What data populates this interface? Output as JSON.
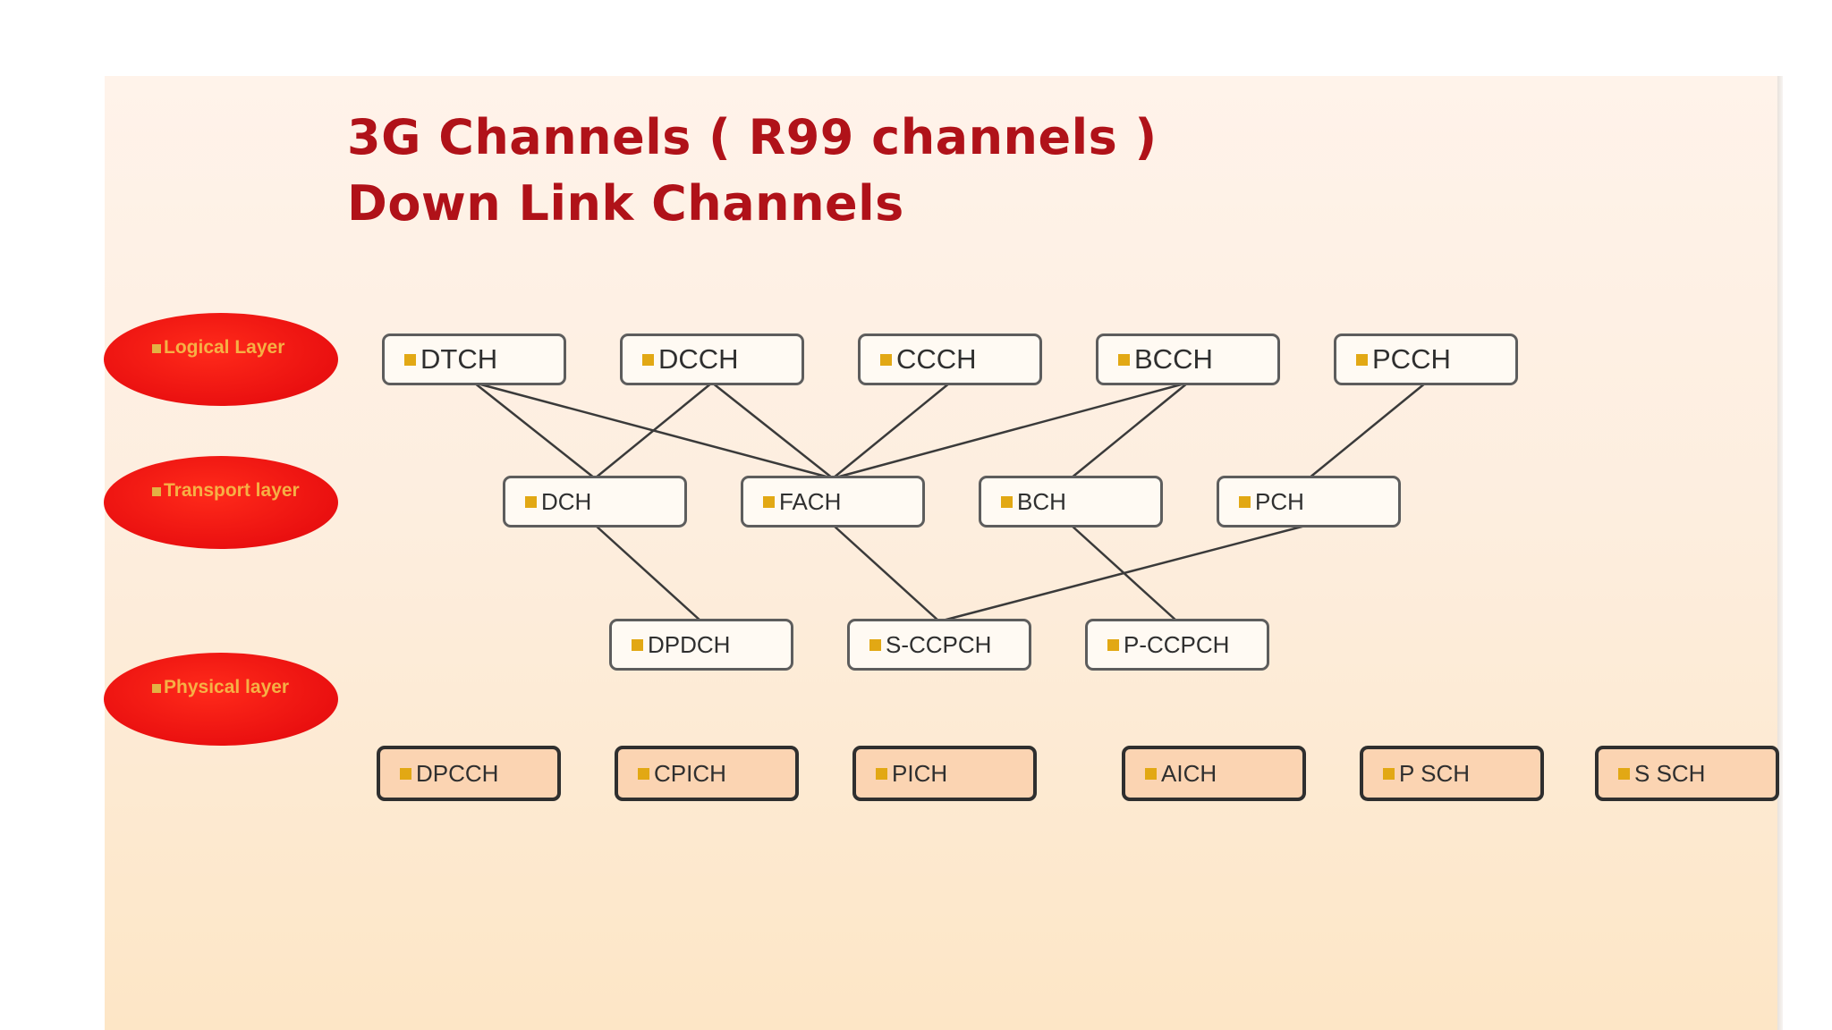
{
  "title": {
    "line1": "3G Channels ( R99 channels )",
    "line2": "Down Link Channels"
  },
  "layers": [
    {
      "label": "Logical Layer"
    },
    {
      "label": "Transport layer"
    },
    {
      "label": "Physical layer"
    }
  ],
  "logical_channels": [
    {
      "label": "DTCH"
    },
    {
      "label": "DCCH"
    },
    {
      "label": "CCCH"
    },
    {
      "label": "BCCH"
    },
    {
      "label": "PCCH"
    }
  ],
  "transport_channels": [
    {
      "label": "DCH"
    },
    {
      "label": "FACH"
    },
    {
      "label": "BCH"
    },
    {
      "label": "PCH"
    }
  ],
  "physical_mapped_channels": [
    {
      "label": "DPDCH"
    },
    {
      "label": "S-CCPCH"
    },
    {
      "label": "P-CCPCH"
    }
  ],
  "physical_only_channels": [
    {
      "label": "DPCCH"
    },
    {
      "label": "CPICH"
    },
    {
      "label": "PICH"
    },
    {
      "label": "AICH"
    },
    {
      "label": "P SCH"
    },
    {
      "label": "S SCH"
    }
  ],
  "mappings": [
    [
      "DTCH",
      "DCH"
    ],
    [
      "DTCH",
      "FACH"
    ],
    [
      "DCCH",
      "DCH"
    ],
    [
      "DCCH",
      "FACH"
    ],
    [
      "CCCH",
      "FACH"
    ],
    [
      "BCCH",
      "FACH"
    ],
    [
      "BCCH",
      "BCH"
    ],
    [
      "PCCH",
      "PCH"
    ],
    [
      "DCH",
      "DPDCH"
    ],
    [
      "FACH",
      "S-CCPCH"
    ],
    [
      "PCH",
      "S-CCPCH"
    ],
    [
      "BCH",
      "P-CCPCH"
    ]
  ],
  "colors": {
    "title": "#b01219",
    "oval": "#ea1010",
    "bullet": "#e2a814",
    "physical_box": "#fbd4b2"
  }
}
